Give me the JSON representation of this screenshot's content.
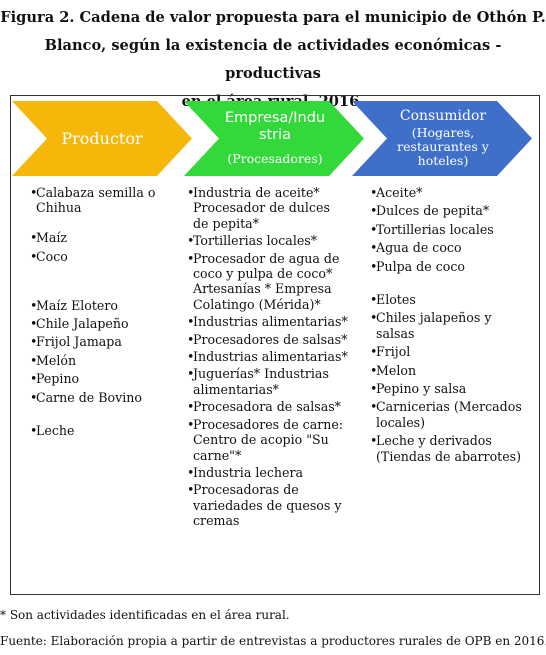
{
  "figure": {
    "title_lines": [
      "Figura 2. Cadena de valor propuesta para el municipio de Othón P.",
      "Blanco, según la existencia de actividades económicas - productivas",
      "en el área rural, 2016."
    ]
  },
  "stages": [
    {
      "label": "Productor",
      "color": "#f5b80a"
    },
    {
      "label": "Empresa/Industria",
      "sub": "(Procesadores)",
      "color": "#33d93a"
    },
    {
      "label": "Consumidor",
      "sub": "(Hogares, restaurantes y hoteles)",
      "color": "#3f6fc9"
    }
  ],
  "columns": [
    {
      "items": [
        "Calabaza semilla o Chihua",
        "Maíz",
        "Coco",
        "Maíz Elotero",
        "Chile Jalapeño",
        "Frijol Jamapa",
        "Melón",
        "Pepino",
        "Carne de Bovino",
        "Leche"
      ]
    },
    {
      "items": [
        "Industria de aceite* Procesador de dulces de pepita*",
        "Tortillerias locales*",
        "Procesador de agua de coco y pulpa de coco* Artesanías * Empresa Colatingo (Mérida)*",
        "Industrias alimentarias*",
        "Procesadores de salsas*",
        "Industrias alimentarias*",
        "Juguerías* Industrias alimentarias*",
        "Procesadora de salsas*",
        "Procesadores de carne: Centro de acopio \"Su carne\"*",
        "Industria lechera",
        "Procesadoras de variedades de quesos y cremas"
      ]
    },
    {
      "items": [
        "Aceite*",
        "Dulces de pepita*",
        "Tortillerias locales",
        "Agua de coco",
        "Pulpa de coco",
        "Elotes",
        "Chiles jalapeños y salsas",
        "Frijol",
        "Melon",
        "Pepino y salsa",
        "Carnicerias (Mercados locales)",
        "Leche y derivados (Tiendas de abarrotes)"
      ]
    }
  ],
  "footnotes": {
    "asterisk": "* Son actividades identificadas en el área rural.",
    "source": "Fuente: Elaboración propia a partir de entrevistas a productores rurales de OPB en 2016."
  }
}
